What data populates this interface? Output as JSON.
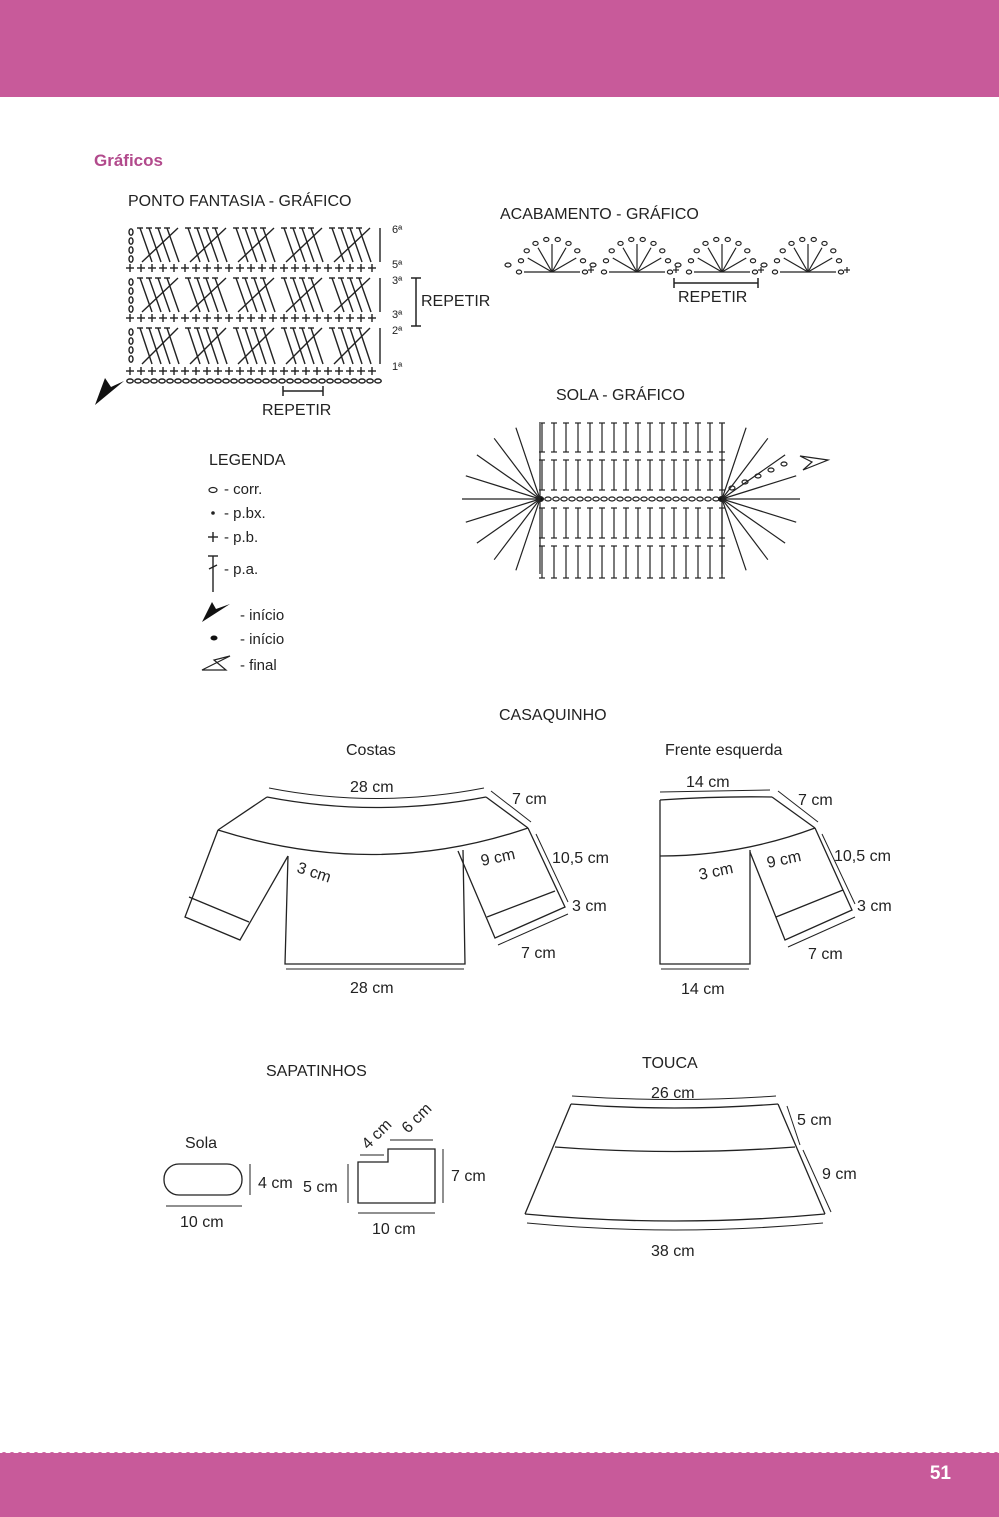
{
  "page": {
    "section_title": "Gráficos",
    "page_number": "51"
  },
  "ponto_fantasia": {
    "title": "PONTO FANTASIA - GRÁFICO",
    "rows": [
      "6ª",
      "5ª",
      "3ª",
      "3ª",
      "2ª",
      "1ª"
    ],
    "repeat_side": "REPETIR",
    "repeat_bottom": "REPETIR"
  },
  "acabamento": {
    "title": "ACABAMENTO - GRÁFICO",
    "repeat": "REPETIR"
  },
  "sola_grafico": {
    "title": "SOLA - GRÁFICO"
  },
  "legenda": {
    "title": "LEGENDA",
    "items": [
      {
        "label": "- corr.",
        "icon": "chain-icon"
      },
      {
        "label": "- p.bx.",
        "icon": "slip-stitch-icon"
      },
      {
        "label": "- p.b.",
        "icon": "single-crochet-icon"
      },
      {
        "label": "- p.a.",
        "icon": "double-crochet-icon"
      },
      {
        "label": "- início",
        "icon": "start-arrow-icon"
      },
      {
        "label": "- início",
        "icon": "start-dot-icon"
      },
      {
        "label": "- final",
        "icon": "end-arrow-icon"
      }
    ]
  },
  "casaquinho": {
    "title": "CASAQUINHO",
    "costas": {
      "title": "Costas",
      "top": "28 cm",
      "shoulder": "7 cm",
      "armhole": "3 cm",
      "sleeve_inner": "9 cm",
      "sleeve_outer": "10,5 cm",
      "cuff": "3 cm",
      "sleeve_width": "7 cm",
      "bottom": "28 cm"
    },
    "frente": {
      "title": "Frente esquerda",
      "top": "14 cm",
      "shoulder": "7 cm",
      "armhole": "3 cm",
      "sleeve_inner": "9 cm",
      "sleeve_outer": "10,5 cm",
      "cuff": "3 cm",
      "sleeve_width": "7 cm",
      "bottom": "14 cm"
    }
  },
  "sapatinhos": {
    "title": "SAPATINHOS",
    "sola_label": "Sola",
    "sola_height": "4 cm",
    "sola_width": "10 cm",
    "upper_left": "5 cm",
    "upper_step": "4 cm",
    "upper_top": "6 cm",
    "upper_right": "7 cm",
    "upper_bottom": "10 cm"
  },
  "touca": {
    "title": "TOUCA",
    "top": "26 cm",
    "band": "5 cm",
    "side": "9 cm",
    "bottom": "38 cm"
  }
}
